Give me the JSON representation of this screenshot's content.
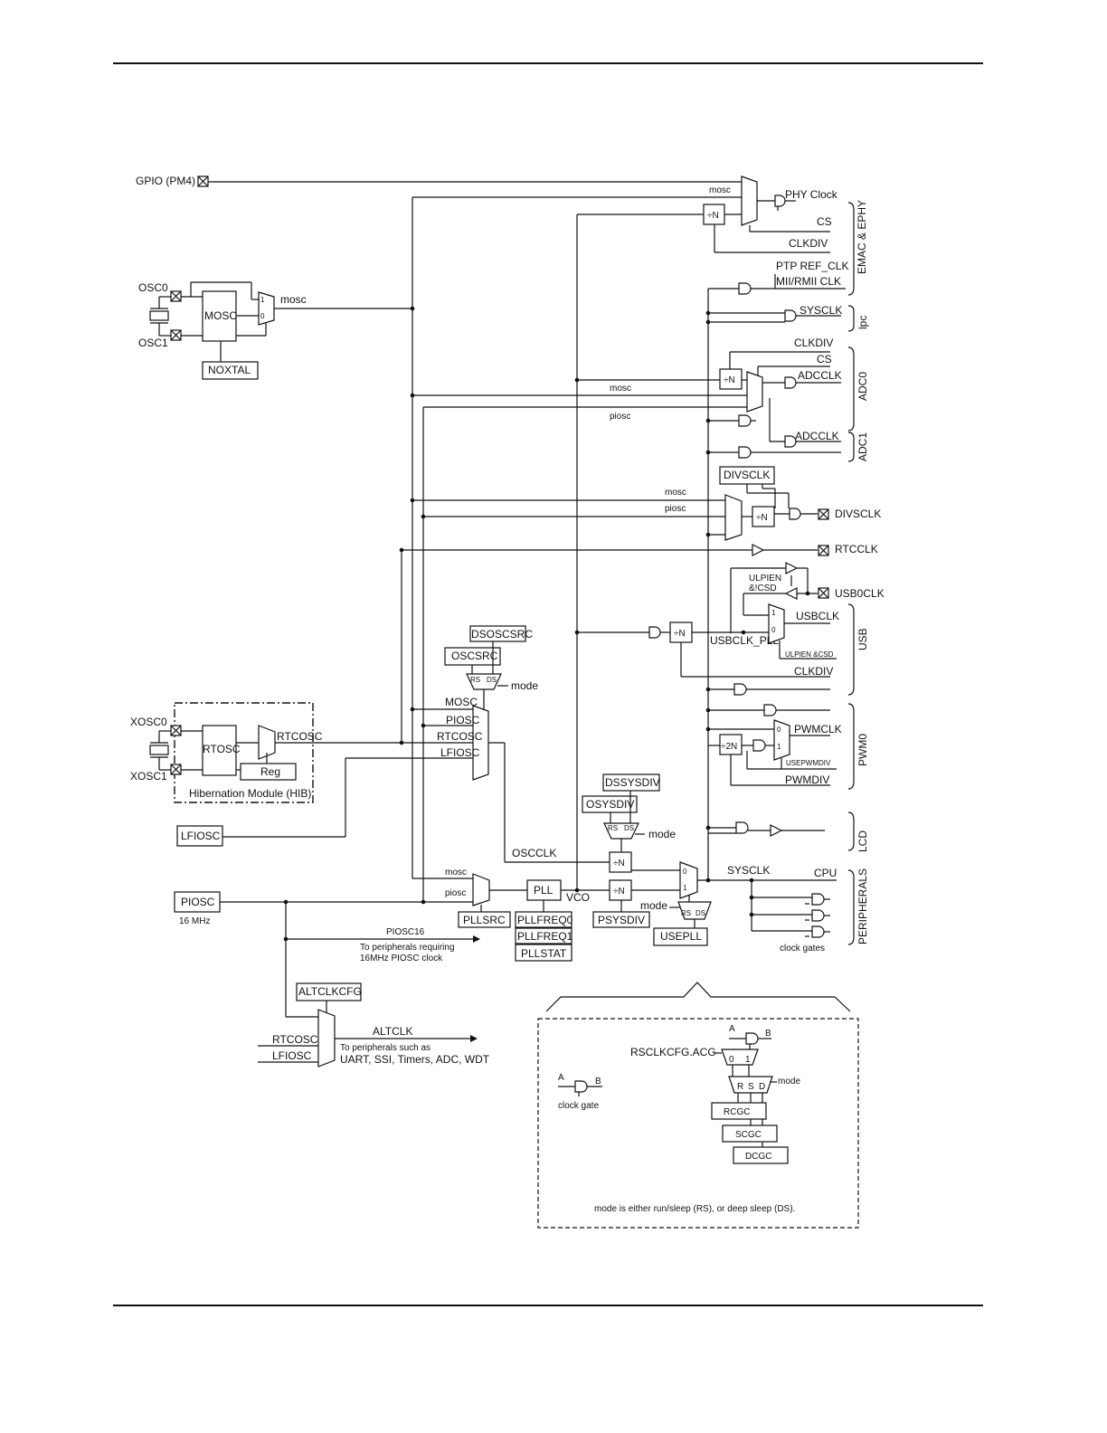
{
  "labels": {
    "gpio_pm4": "GPIO (PM4)",
    "osc0": "OSC0",
    "osc1": "OSC1",
    "mosc_block": "MOSC",
    "noxtal": "NOXTAL",
    "mosc_out": "mosc",
    "mux_1": "1",
    "mux_0": "0",
    "xosc0": "XOSC0",
    "xosc1": "XOSC1",
    "rtosc": "RTOSC",
    "rtcosc_out": "RTCOSC",
    "reg": "Reg",
    "hib": "Hibernation Module (HIB)",
    "lfiosc_block": "LFIOSC",
    "piosc_block": "PIOSC",
    "piosc_freq": "16 MHz",
    "piosc16": "PIOSC16",
    "piosc16_note1": "To peripherals requiring",
    "piosc16_note2": "16MHz PIOSC clock",
    "altclkcfg": "ALTCLKCFG",
    "alt_rtcosc": "RTCOSC",
    "alt_lfiosc": "LFIOSC",
    "altclk": "ALTCLK",
    "altclk_note1": "To peripherals such as",
    "altclk_note2": "UART, SSI, Timers, ADC, WDT",
    "dsoscsrc": "DSOSCSRC",
    "oscsrc": "OSCSRC",
    "rs": "RS",
    "ds": "DS",
    "mode": "mode",
    "osc_mosc": "MOSC",
    "osc_piosc": "PIOSC",
    "osc_rtcosc": "RTCOSC",
    "osc_lfiosc": "LFIOSC",
    "oscclk": "OSCCLK",
    "pll_mosc": "mosc",
    "pll_piosc": "piosc",
    "pll": "PLL",
    "vco": "VCO",
    "pllsrc": "PLLSRC",
    "pllfreq0": "PLLFREQ0",
    "pllfreq1": "PLLFREQ1",
    "pllstat": "PLLSTAT",
    "dssysdiv": "DSSYSDIV",
    "osysdiv": "OSYSDIV",
    "psysdiv": "PSYSDIV",
    "div_n": "÷N",
    "div_2n": "÷2N",
    "usepll": "USEPLL",
    "sysclk": "SYSCLK",
    "cpu": "CPU",
    "clock_gates": "clock gates",
    "peripherals": "PERIPHERALS",
    "emac_mosc": "mosc",
    "phy_clock": "PHY Clock",
    "emac_cs": "CS",
    "emac_clkdiv": "CLKDIV",
    "ptp_ref_clk": "PTP REF_CLK",
    "mii_rmii_clk": "MII/RMII CLK",
    "emac_ephy": "EMAC & EPHY",
    "lpc_sysclk": "SYSCLK",
    "lpc": "lpc",
    "adc_clkdiv": "CLKDIV",
    "adc_cs": "CS",
    "adcclk0": "ADCCLK",
    "adc_mosc": "mosc",
    "adc_piosc": "piosc",
    "adcclk1": "ADCCLK",
    "adc0": "ADC0",
    "adc1": "ADC1",
    "divsclk_reg": "DIVSCLK",
    "divsclk_mosc": "mosc",
    "divsclk_piosc": "piosc",
    "divsclk_pin": "DIVSCLK",
    "rtcclk": "RTCCLK",
    "ulpien1": "ULPIEN",
    "ulpien2": "&!CSD",
    "usb0clk": "USB0CLK",
    "usbclk": "USBCLK",
    "usbclk_pll": "USBCLK_PLL",
    "ulpien_csd": "ULPIEN &CSD",
    "usb_clkdiv": "CLKDIV",
    "usb": "USB",
    "pwmclk": "PWMCLK",
    "usepwmdiv": "USEPWMDIV",
    "pwmdiv": "PWMDIV",
    "pwm0": "PWM0",
    "lcd": "LCD",
    "leg_a": "A",
    "leg_b": "B",
    "leg_clock_gate": "clock gate",
    "leg_a2": "A",
    "leg_b2": "B",
    "rsclkcfg_acg": "RSCLKCFG.ACG",
    "leg_0": "0",
    "leg_1": "1",
    "leg_r": "R",
    "leg_s": "S",
    "leg_d": "D",
    "leg_mode": "mode",
    "rcgc": "RCGC",
    "scgc": "SCGC",
    "dcgc": "DCGC",
    "leg_note": "mode is either run/sleep (RS), or deep sleep (DS)."
  }
}
